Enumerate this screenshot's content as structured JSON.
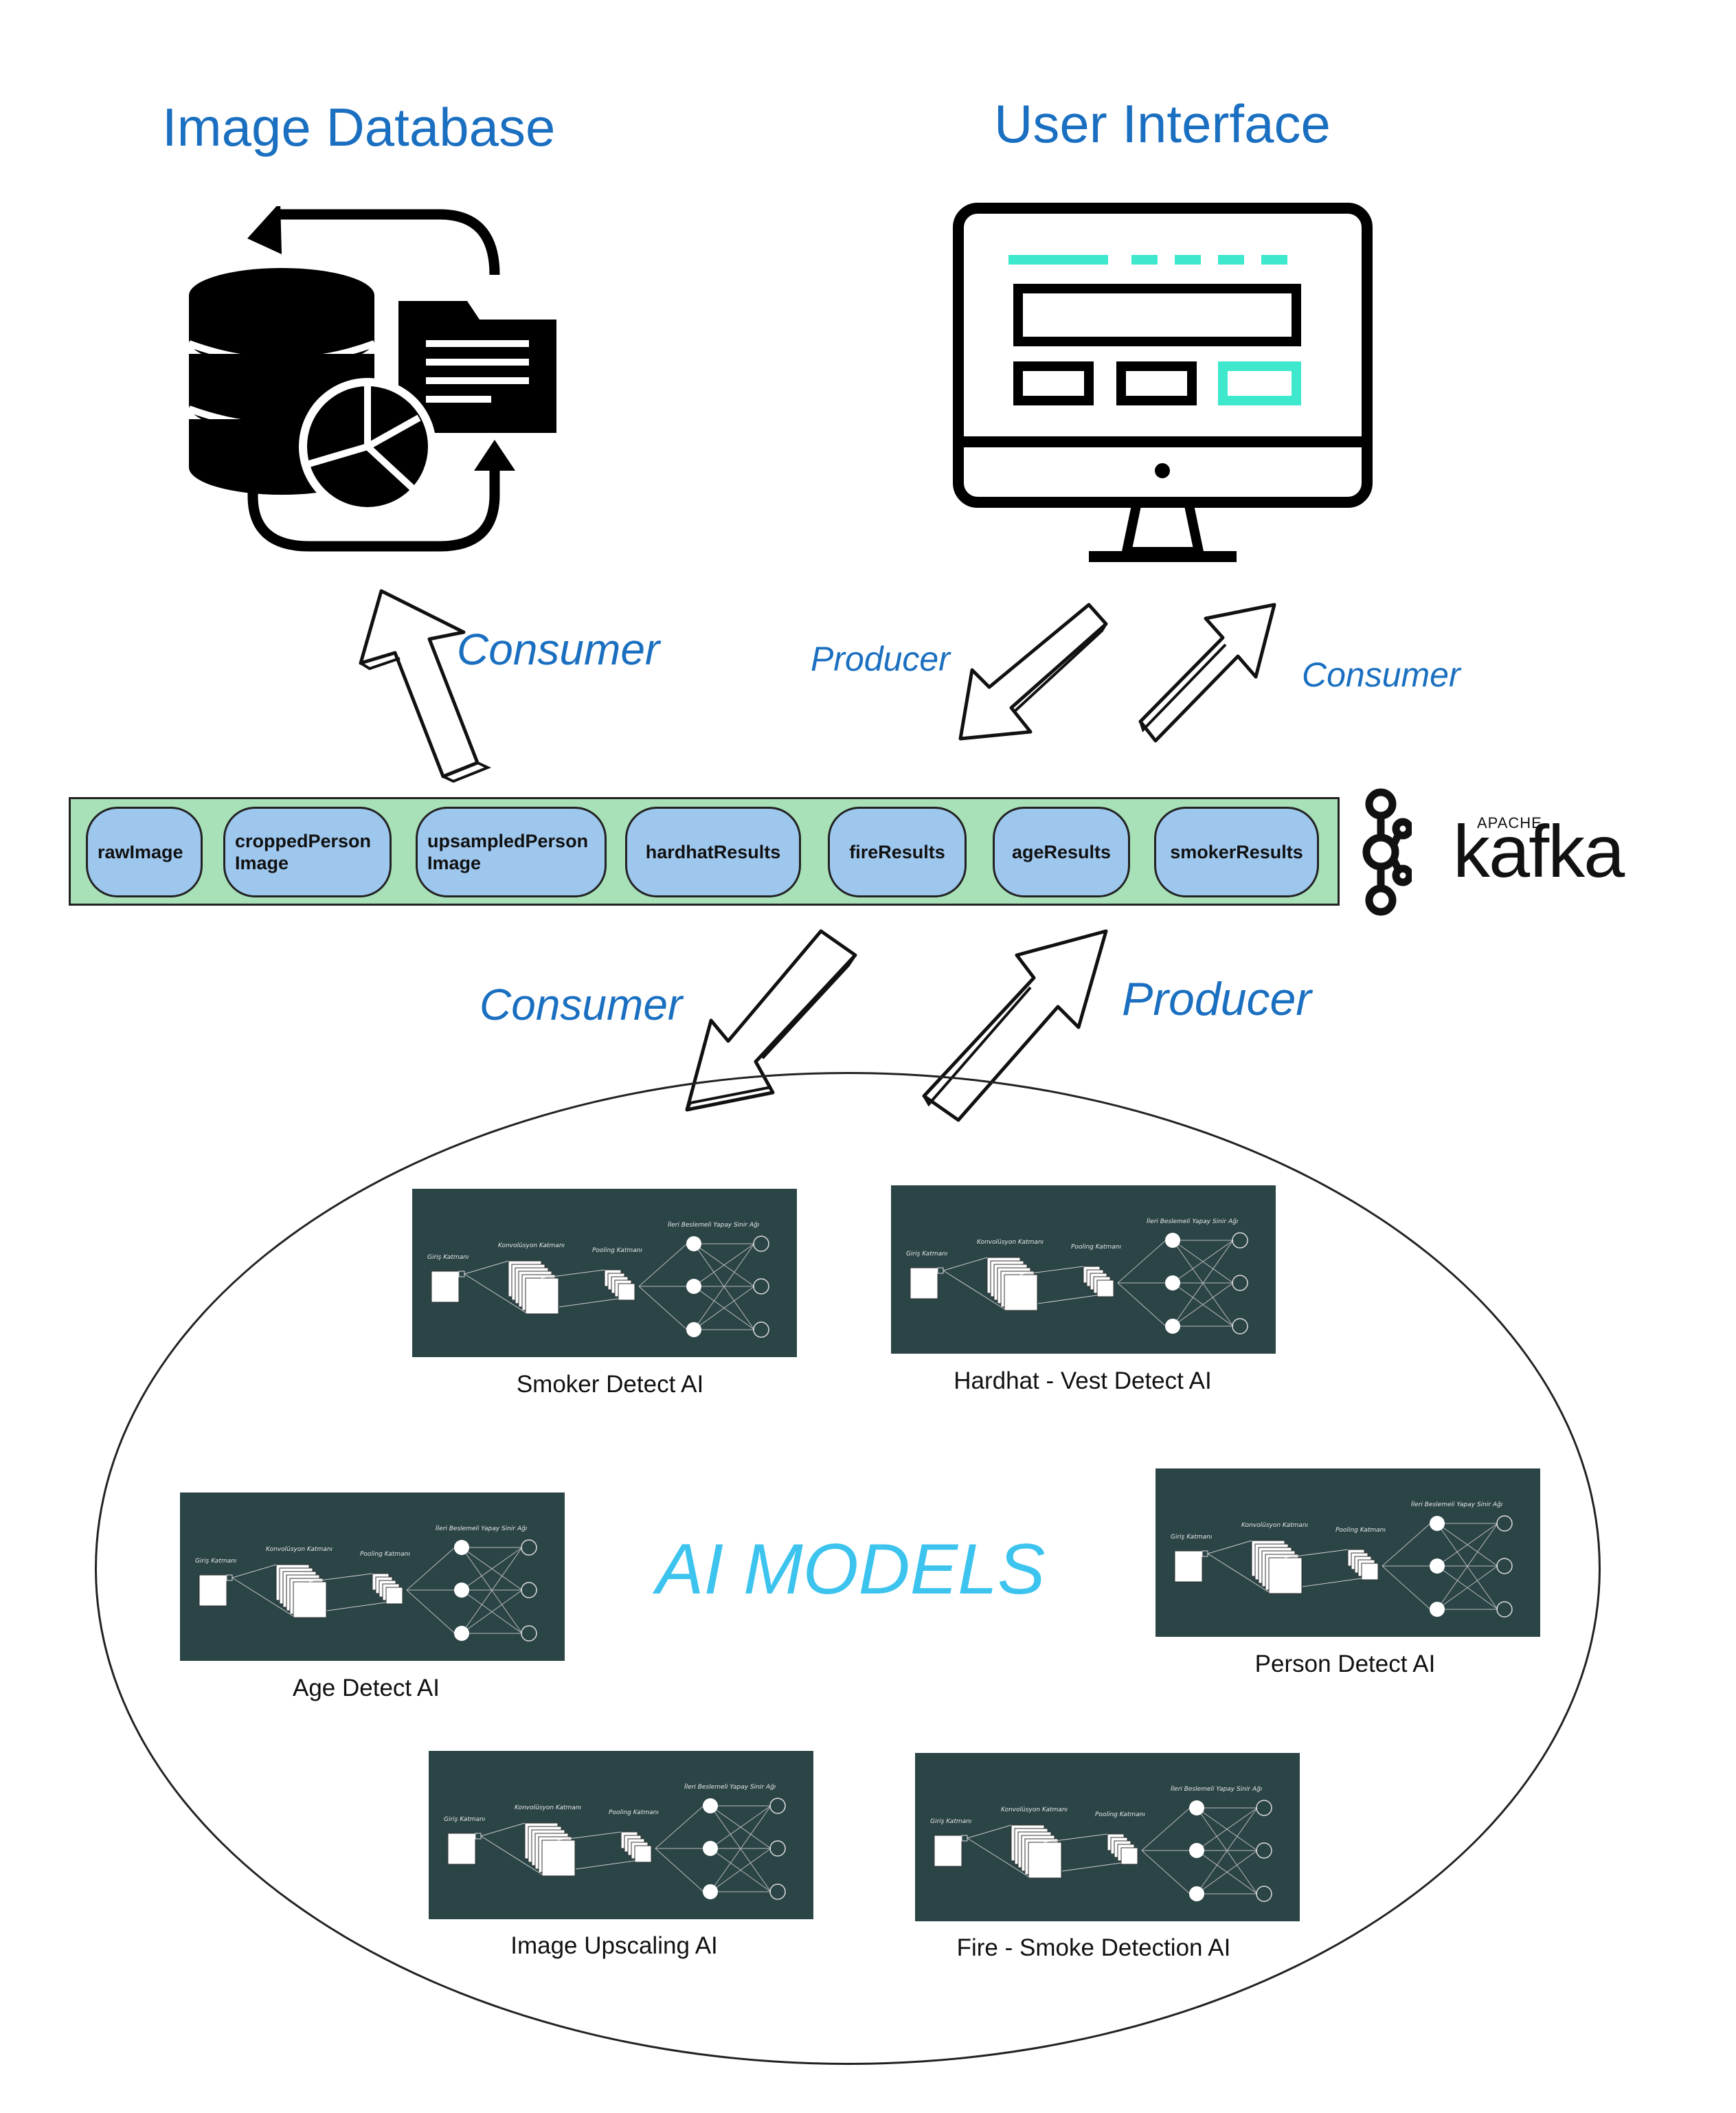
{
  "titles": {
    "image_database": "Image Database",
    "user_interface": "User Interface"
  },
  "flows": {
    "db_consumer": "Consumer",
    "ui_producer": "Producer",
    "ui_consumer": "Consumer",
    "ai_consumer": "Consumer",
    "ai_producer": "Producer"
  },
  "kafka": {
    "topics": [
      [
        "rawImage"
      ],
      [
        "croppedPerson",
        "Image"
      ],
      [
        "upsampledPerson",
        "Image"
      ],
      [
        "hardhatResults"
      ],
      [
        "fireResults"
      ],
      [
        "ageResults"
      ],
      [
        "smokerResults"
      ]
    ],
    "logo_text": "kafka",
    "logo_sub": "APACHE"
  },
  "ai": {
    "title": "AI MODELS",
    "models": [
      "Smoker Detect AI",
      "Hardhat - Vest Detect AI",
      "Age Detect AI",
      "Person Detect AI",
      "Image Upscaling AI",
      "Fire - Smoke Detection AI"
    ],
    "cnn_labels": {
      "input": "Giriş Katmanı",
      "conv": "Konvolüsyon Katmanı",
      "pool": "Pooling Katmanı",
      "ffnn": "İleri Beslemeli Yapay Sinir Ağı"
    }
  },
  "colors": {
    "title_blue": "#1a6fc0",
    "ai_title": "#3cc3ee",
    "kafka_bar": "#a8e0b8",
    "topic_fill": "#9ec7ee",
    "cnn_bg": "#2b4446",
    "ui_accent": "#3de8cc"
  }
}
